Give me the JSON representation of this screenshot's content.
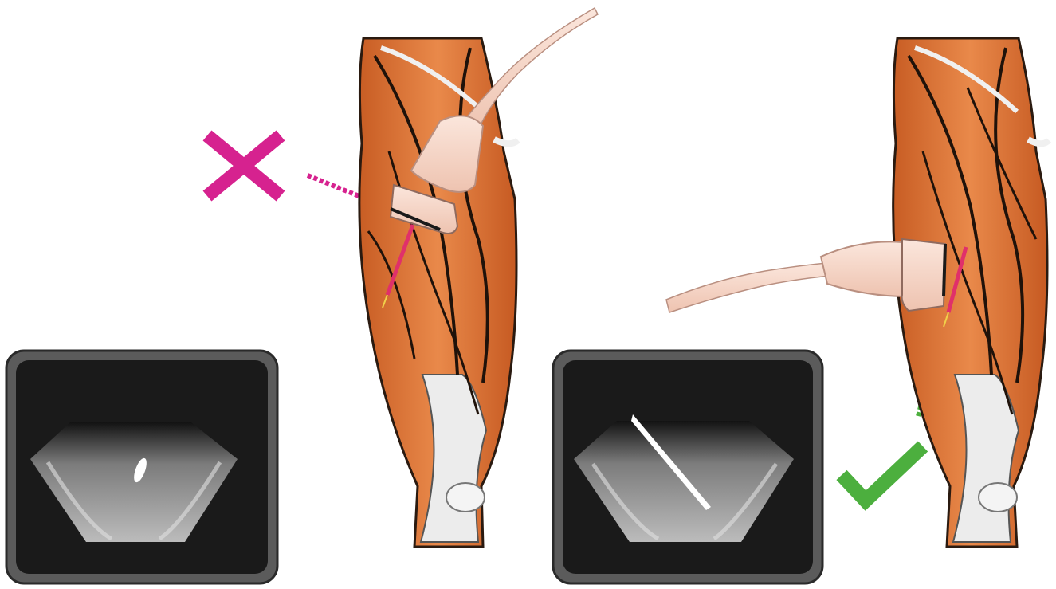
{
  "panels": [
    {
      "id": "incorrect",
      "verdict": "incorrect",
      "marker_icon": "cross-icon",
      "probe_orientation": "transverse",
      "needle_visibility": "partial",
      "color": "#d6228f"
    },
    {
      "id": "correct",
      "verdict": "correct",
      "marker_icon": "check-icon",
      "probe_orientation": "longitudinal",
      "needle_visibility": "full",
      "color": "#4caf3e"
    }
  ],
  "colors": {
    "muscle": "#d9783a",
    "muscle_dark": "#b9531e",
    "tendon": "#e8e8e8",
    "probe": "#f6d8cb",
    "screen_bezel": "#5b5b5b",
    "screen": "#1a1a1a"
  }
}
